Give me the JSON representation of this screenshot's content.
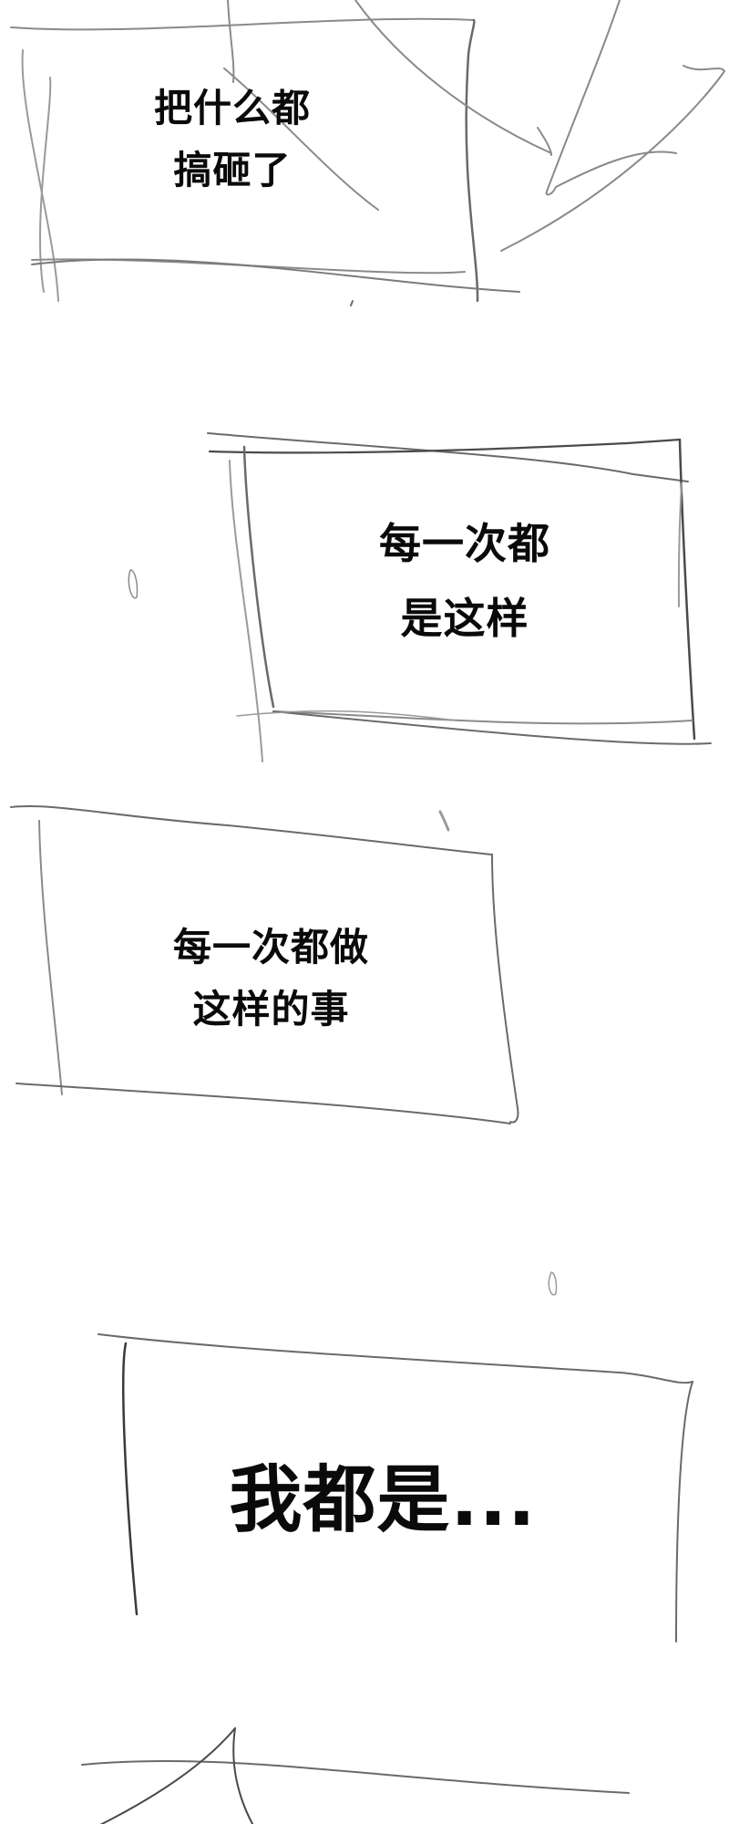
{
  "panels": [
    {
      "id": "panel-1",
      "lines": [
        "把什么都",
        "搞砸了"
      ]
    },
    {
      "id": "panel-2",
      "lines": [
        "每一次都",
        "是这样"
      ]
    },
    {
      "id": "panel-3",
      "lines": [
        "每一次都做",
        "这样的事"
      ]
    },
    {
      "id": "panel-4",
      "lines": [
        "我都是..."
      ]
    }
  ],
  "colors": {
    "background": "#ffffff",
    "text": "#0a0a0a",
    "sketch_dark": "#4a4a4a",
    "sketch_light": "#9a9a9a"
  }
}
